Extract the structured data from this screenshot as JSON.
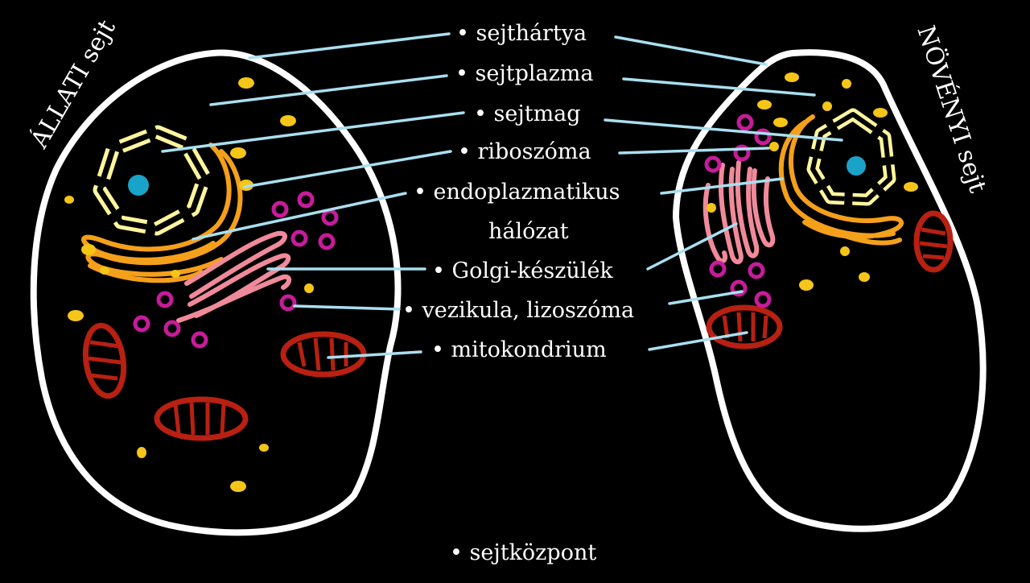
{
  "titles": {
    "animal": "ÁLLATI sejt",
    "plant": "NÖVÉNYI sejt"
  },
  "labels": [
    "•  sejthártya",
    "• sejtplazma",
    "• sejtmag",
    "• riboszóma",
    "• endoplazmatikus",
    "hálózat",
    "• Golgi-készülék",
    "• vezikula, lizoszóma",
    "• mitokondrium"
  ],
  "bottom_label": "• sejtközpont",
  "colors": {
    "background": "#000000",
    "membrane": "#ffffff",
    "leader_line": "#a9dff0",
    "nucleus_envelope": "#fff59d",
    "nucleolus": "#1aa3c9",
    "ribosome": "#f5c518",
    "endoplasmic_reticulum": "#f5a01a",
    "golgi": "#f08a9a",
    "vesicle": "#c81b9a",
    "mitochondrion": "#b82012"
  }
}
